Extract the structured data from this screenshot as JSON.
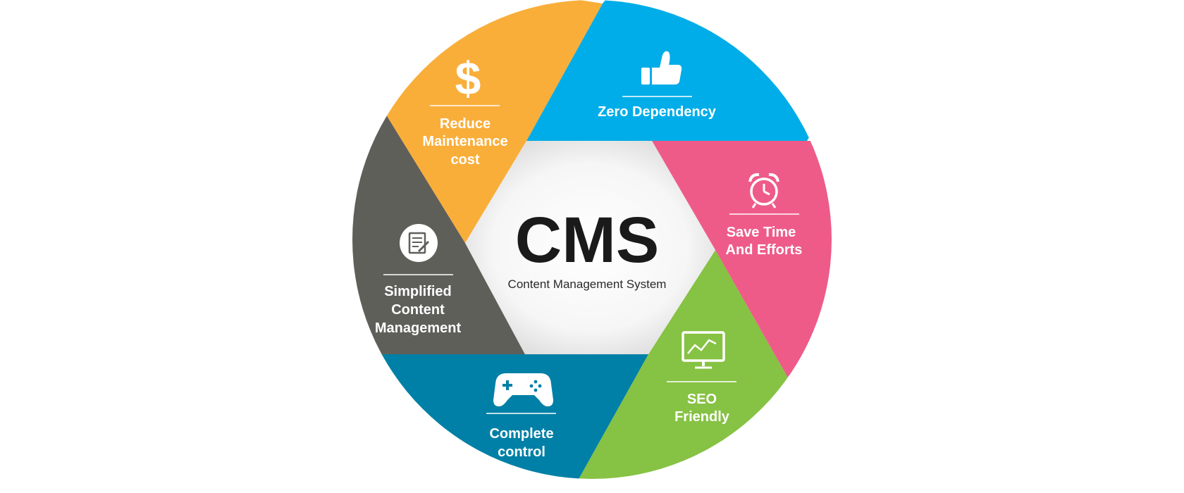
{
  "center": {
    "title": "CMS",
    "subtitle": "Content Management System"
  },
  "segments": [
    {
      "id": "zero-dependency",
      "lines": [
        "Zero Dependency"
      ],
      "icon": "thumbs-up-icon",
      "color": "#00ADE8"
    },
    {
      "id": "save-time",
      "lines": [
        "Save Time",
        "And Efforts"
      ],
      "icon": "alarm-clock-icon",
      "color": "#EE5B89"
    },
    {
      "id": "seo-friendly",
      "lines": [
        "SEO",
        "Friendly"
      ],
      "icon": "monitor-chart-icon",
      "color": "#86C243"
    },
    {
      "id": "complete-control",
      "lines": [
        "Complete",
        "control"
      ],
      "icon": "gamepad-icon",
      "color": "#0080A6"
    },
    {
      "id": "simplified-content",
      "lines": [
        "Simplified",
        "Content",
        "Management"
      ],
      "icon": "document-edit-icon",
      "color": "#5F5F5A"
    },
    {
      "id": "reduce-maintenance",
      "lines": [
        "Reduce",
        "Maintenance",
        "cost"
      ],
      "icon": "dollar-icon",
      "color": "#F9AE3A"
    }
  ]
}
